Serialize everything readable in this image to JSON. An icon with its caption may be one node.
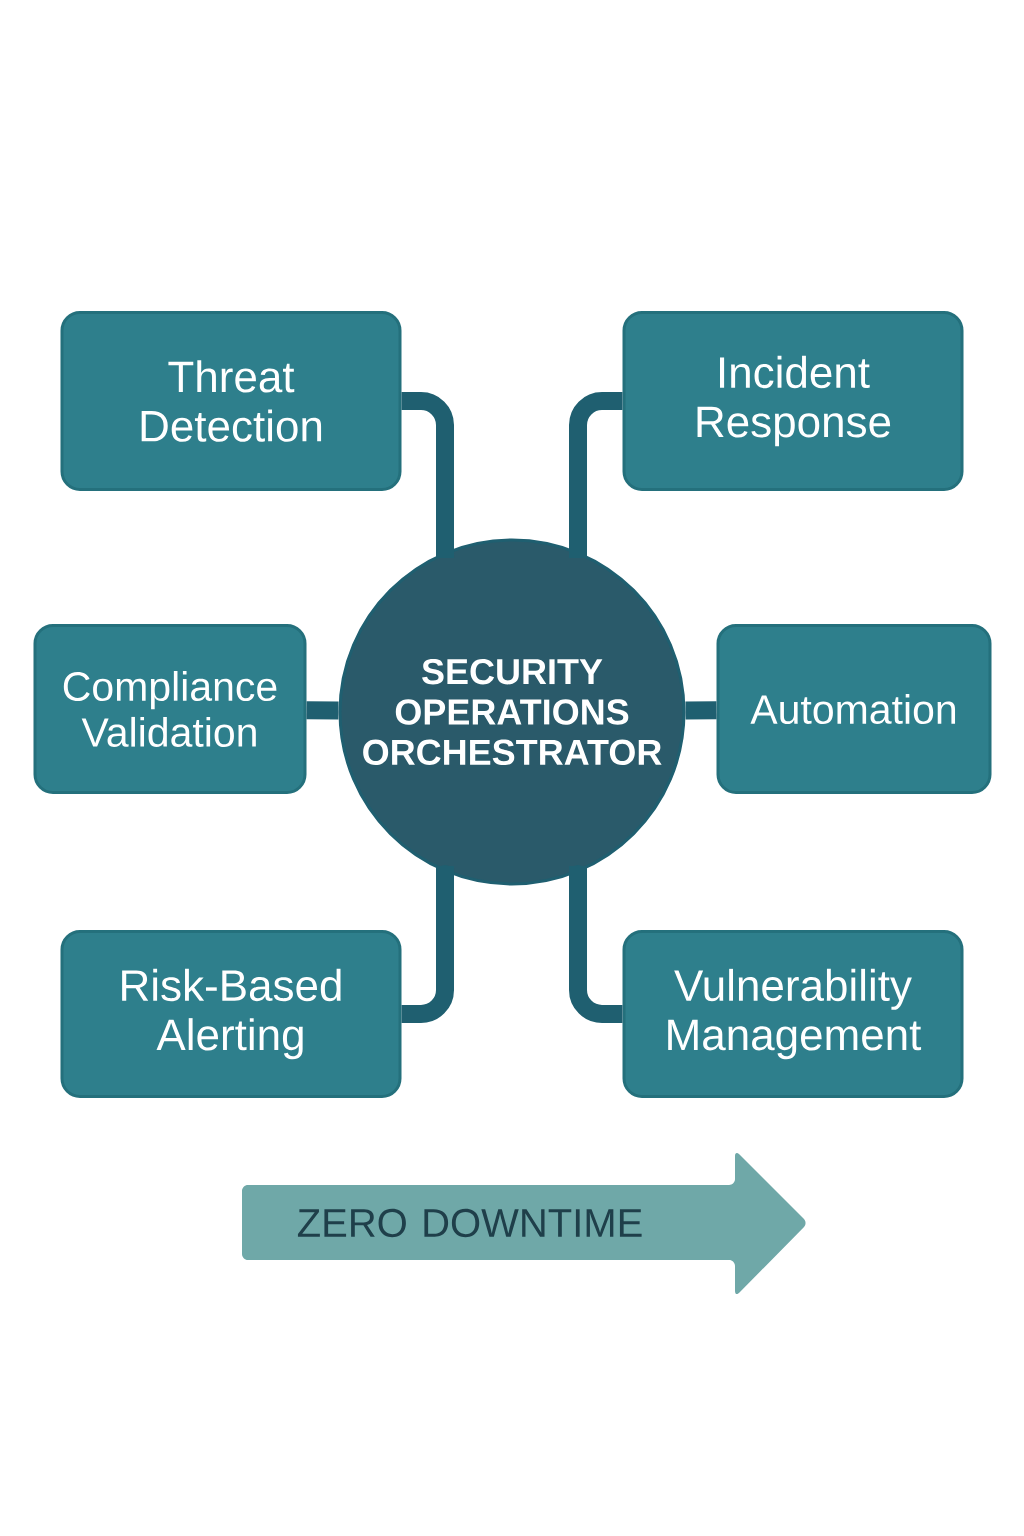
{
  "diagram": {
    "nodes": [
      {
        "text": [
          "Threat Detection"
        ]
      },
      {
        "text": [
          "Incident Response"
        ]
      },
      {
        "text": [
          "Compliance Validation"
        ]
      },
      {
        "text": [
          "SECURITY OPERATIONS ORCHESTRATOR"
        ]
      },
      {
        "text": [
          "Automation"
        ]
      },
      {
        "text": [
          "Risk-Based Alerting"
        ]
      },
      {
        "text": [
          "Vulnerability Management"
        ]
      },
      {
        "text": [
          "ZERO DOWNTIME"
        ]
      }
    ],
    "edges": [
      {
        "from": 3,
        "to": 0,
        "arrow": "none"
      },
      {
        "from": 3,
        "to": 1,
        "arrow": "none"
      },
      {
        "from": 3,
        "to": 2,
        "arrow": "none"
      },
      {
        "from": 3,
        "to": 4,
        "arrow": "none"
      },
      {
        "from": 3,
        "to": 5,
        "arrow": "none"
      },
      {
        "from": 3,
        "to": 6,
        "arrow": "none"
      }
    ]
  }
}
